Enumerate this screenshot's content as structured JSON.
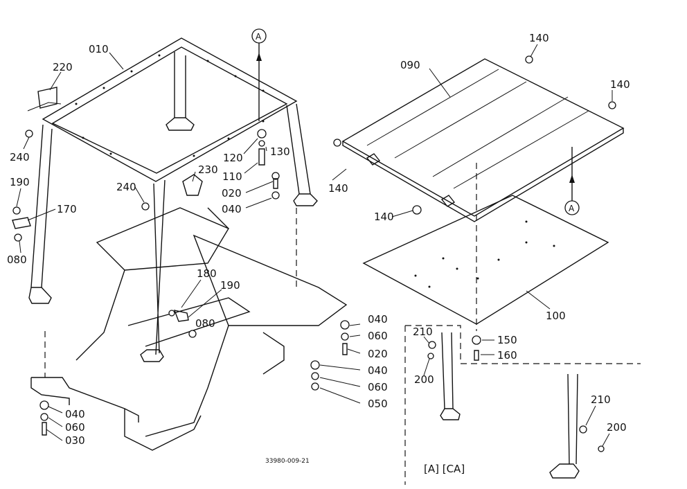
{
  "drawing_number": "33980-009-21",
  "variant_caption": "[A]  [CA]",
  "reference_marker": "A",
  "parts": {
    "p010": "010",
    "p220": "220",
    "p240a": "240",
    "p190a": "190",
    "p170": "170",
    "p080a": "080",
    "p240b": "240",
    "p230": "230",
    "p120": "120",
    "p130": "130",
    "p110": "110",
    "p020a": "020",
    "p040a": "040",
    "p140a": "140",
    "p180": "180",
    "p190b": "190",
    "p080b": "080",
    "p040b": "040",
    "p060a": "060",
    "p020b": "020",
    "p040c": "040",
    "p060b": "060",
    "p050": "050",
    "p040d": "040",
    "p060c": "060",
    "p030": "030",
    "p090": "090",
    "p140b": "140",
    "p140c": "140",
    "p140d": "140",
    "p100": "100",
    "p150": "150",
    "p160": "160",
    "p210a": "210",
    "p200a": "200",
    "p210b": "210",
    "p200b": "200"
  }
}
